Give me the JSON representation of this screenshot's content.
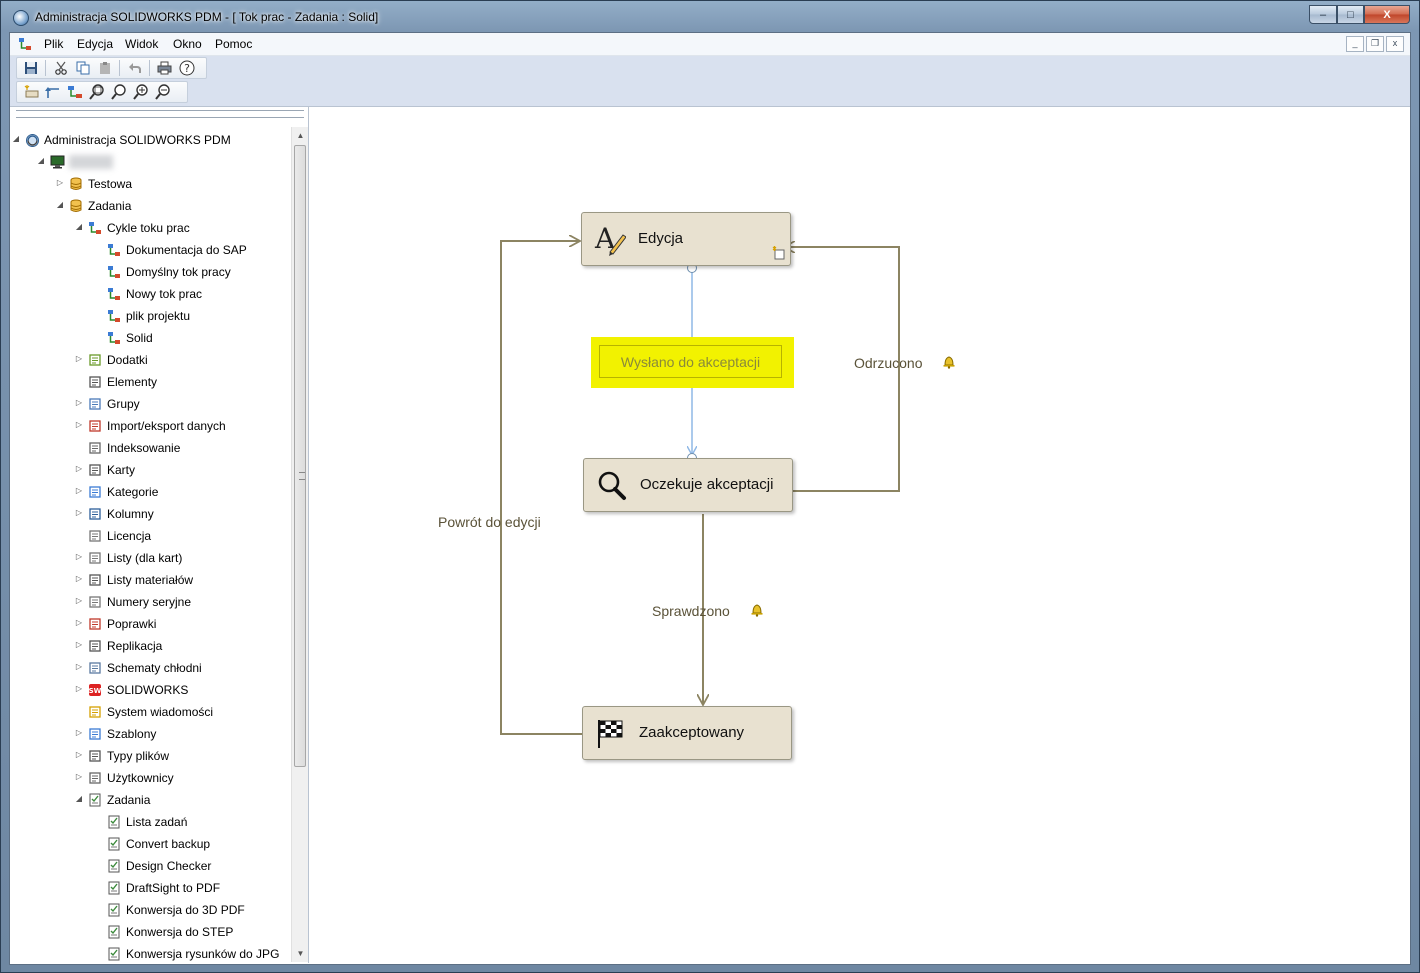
{
  "window": {
    "title": "Administracja SOLIDWORKS PDM - [ Tok prac - Zadania : Solid]",
    "buttons": {
      "minimize": "–",
      "maximize": "□",
      "close": "X"
    }
  },
  "menu": {
    "items": [
      "Plik",
      "Edycja",
      "Widok",
      "Okno",
      "Pomoc"
    ],
    "mdi": {
      "minimize": "_",
      "restore": "❐",
      "close": "x"
    }
  },
  "toolbar": {
    "row1": [
      "save-icon",
      "cut-icon",
      "copy-icon",
      "paste-icon",
      "undo-icon",
      "print-icon",
      "help-icon"
    ],
    "row2": [
      "new-state-icon",
      "new-transition-icon",
      "workflow-icon",
      "zoom-fit-icon",
      "zoom-icon",
      "zoom-in-icon",
      "zoom-out-icon"
    ]
  },
  "tree": {
    "items": [
      {
        "label": "Administracja SOLIDWORKS PDM",
        "level": 0,
        "expander": "open",
        "icon": "admin-icon"
      },
      {
        "label": "",
        "level": 1,
        "expander": "open",
        "icon": "computer-icon",
        "blurred": true
      },
      {
        "label": "Testowa",
        "level": 2,
        "expander": "closed",
        "icon": "vault-icon"
      },
      {
        "label": "Zadania",
        "level": 2,
        "expander": "open",
        "icon": "vault-icon"
      },
      {
        "label": "Cykle toku prac",
        "level": 3,
        "expander": "open",
        "icon": "workflow-icon"
      },
      {
        "label": "Dokumentacja do SAP",
        "level": 4,
        "expander": "none",
        "icon": "workflow-icon"
      },
      {
        "label": "Domyślny tok pracy",
        "level": 4,
        "expander": "none",
        "icon": "workflow-icon"
      },
      {
        "label": "Nowy tok prac",
        "level": 4,
        "expander": "none",
        "icon": "workflow-icon"
      },
      {
        "label": "plik projektu",
        "level": 4,
        "expander": "none",
        "icon": "workflow-icon"
      },
      {
        "label": "Solid",
        "level": 4,
        "expander": "none",
        "icon": "workflow-icon"
      },
      {
        "label": "Dodatki",
        "level": 3,
        "expander": "closed",
        "icon": "addin-icon"
      },
      {
        "label": "Elementy",
        "level": 3,
        "expander": "none",
        "icon": "items-icon"
      },
      {
        "label": "Grupy",
        "level": 3,
        "expander": "closed",
        "icon": "groups-icon"
      },
      {
        "label": "Import/eksport danych",
        "level": 3,
        "expander": "closed",
        "icon": "import-export-icon"
      },
      {
        "label": "Indeksowanie",
        "level": 3,
        "expander": "none",
        "icon": "indexing-icon"
      },
      {
        "label": "Karty",
        "level": 3,
        "expander": "closed",
        "icon": "cards-icon"
      },
      {
        "label": "Kategorie",
        "level": 3,
        "expander": "closed",
        "icon": "categories-icon"
      },
      {
        "label": "Kolumny",
        "level": 3,
        "expander": "closed",
        "icon": "columns-icon"
      },
      {
        "label": "Licencja",
        "level": 3,
        "expander": "none",
        "icon": "license-icon"
      },
      {
        "label": "Listy (dla kart)",
        "level": 3,
        "expander": "closed",
        "icon": "lists-icon"
      },
      {
        "label": "Listy materiałów",
        "level": 3,
        "expander": "closed",
        "icon": "bom-icon"
      },
      {
        "label": "Numery seryjne",
        "level": 3,
        "expander": "closed",
        "icon": "serial-icon"
      },
      {
        "label": "Poprawki",
        "level": 3,
        "expander": "closed",
        "icon": "revisions-icon"
      },
      {
        "label": "Replikacja",
        "level": 3,
        "expander": "closed",
        "icon": "replication-icon"
      },
      {
        "label": "Schematy chłodni",
        "level": 3,
        "expander": "closed",
        "icon": "cold-storage-icon"
      },
      {
        "label": "SOLIDWORKS",
        "level": 3,
        "expander": "closed",
        "icon": "solidworks-icon"
      },
      {
        "label": "System wiadomości",
        "level": 3,
        "expander": "none",
        "icon": "messages-icon"
      },
      {
        "label": "Szablony",
        "level": 3,
        "expander": "closed",
        "icon": "templates-icon"
      },
      {
        "label": "Typy plików",
        "level": 3,
        "expander": "closed",
        "icon": "file-types-icon"
      },
      {
        "label": "Użytkownicy",
        "level": 3,
        "expander": "closed",
        "icon": "users-icon"
      },
      {
        "label": "Zadania",
        "level": 3,
        "expander": "open",
        "icon": "tasks-icon"
      },
      {
        "label": "Lista zadań",
        "level": 4,
        "expander": "none",
        "icon": "task-list-icon"
      },
      {
        "label": "Convert backup",
        "level": 4,
        "expander": "none",
        "icon": "task-icon"
      },
      {
        "label": "Design Checker",
        "level": 4,
        "expander": "none",
        "icon": "task-icon"
      },
      {
        "label": "DraftSight to PDF",
        "level": 4,
        "expander": "none",
        "icon": "task-icon"
      },
      {
        "label": "Konwersja do 3D PDF",
        "level": 4,
        "expander": "none",
        "icon": "task-icon"
      },
      {
        "label": "Konwersja do STEP",
        "level": 4,
        "expander": "none",
        "icon": "task-icon"
      },
      {
        "label": "Konwersja rysunków do JPG",
        "level": 4,
        "expander": "none",
        "icon": "task-icon"
      }
    ]
  },
  "workflow": {
    "states": [
      {
        "key": "edycja",
        "label": "Edycja",
        "icon": "edit-pen-icon"
      },
      {
        "key": "oczekuje",
        "label": "Oczekuje akceptacji",
        "icon": "magnifier-icon"
      },
      {
        "key": "zaakceptowany",
        "label": "Zaakceptowany",
        "icon": "checkered-flag-icon"
      }
    ],
    "transitions": [
      {
        "key": "wyslano",
        "label": "Wysłano do akceptacji",
        "selected": true,
        "notify": false
      },
      {
        "key": "odrzucono",
        "label": "Odrzucono",
        "notify": true
      },
      {
        "key": "sprawdzono",
        "label": "Sprawdzono",
        "notify": true
      },
      {
        "key": "powrot",
        "label": "Powrót do edycji",
        "notify": false
      }
    ],
    "colors": {
      "state_fill": "#e8e1d0",
      "transition": "#8c8462",
      "selected_transition": "#8fb8e6",
      "highlight": "#f2f200"
    }
  }
}
